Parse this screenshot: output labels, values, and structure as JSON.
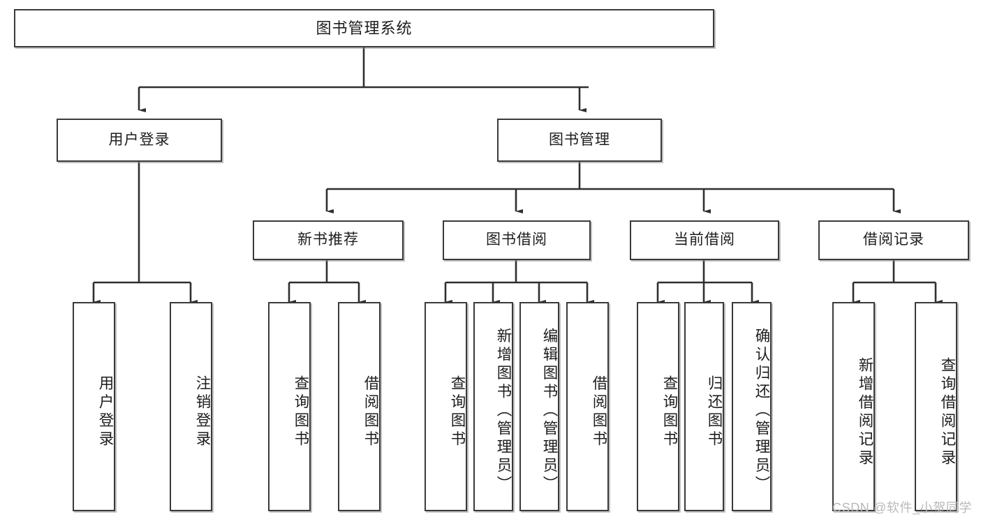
{
  "diagram": {
    "type": "tree",
    "title": "图书管理系统",
    "watermark": "CSDN @软件_小贺同学",
    "colors": {
      "box_border": "#3a3a3a",
      "box_fill": "#ffffff",
      "connector": "#2f2f2f",
      "text": "#1d1d1d",
      "watermark": "#b9b9b9"
    },
    "levels": [
      {
        "level": 1,
        "nodes": [
          {
            "id": "root",
            "label": "图书管理系统",
            "orientation": "horizontal"
          }
        ]
      },
      {
        "level": 2,
        "nodes": [
          {
            "id": "login",
            "label": "用户登录",
            "orientation": "horizontal",
            "parent": "root"
          },
          {
            "id": "bookmgmt",
            "label": "图书管理",
            "orientation": "horizontal",
            "parent": "root"
          }
        ]
      },
      {
        "level": 3,
        "nodes": [
          {
            "id": "newbook",
            "label": "新书推荐",
            "orientation": "horizontal",
            "parent": "bookmgmt"
          },
          {
            "id": "borrow",
            "label": "图书借阅",
            "orientation": "horizontal",
            "parent": "bookmgmt"
          },
          {
            "id": "current",
            "label": "当前借阅",
            "orientation": "horizontal",
            "parent": "bookmgmt"
          },
          {
            "id": "records",
            "label": "借阅记录",
            "orientation": "horizontal",
            "parent": "bookmgmt"
          }
        ]
      },
      {
        "level": 4,
        "nodes": [
          {
            "id": "leaf1",
            "label": "用户登录",
            "orientation": "vertical",
            "parent": "login"
          },
          {
            "id": "leaf2",
            "label": "注销登录",
            "orientation": "vertical",
            "parent": "login"
          },
          {
            "id": "leaf3",
            "label": "查询图书",
            "orientation": "vertical",
            "parent": "newbook"
          },
          {
            "id": "leaf4",
            "label": "借阅图书",
            "orientation": "vertical",
            "parent": "newbook"
          },
          {
            "id": "leaf5",
            "label": "查询图书",
            "orientation": "vertical",
            "parent": "borrow"
          },
          {
            "id": "leaf6",
            "label": "新增图书（管理员）",
            "orientation": "vertical",
            "parent": "borrow"
          },
          {
            "id": "leaf7",
            "label": "编辑图书（管理员）",
            "orientation": "vertical",
            "parent": "borrow"
          },
          {
            "id": "leaf8",
            "label": "借阅图书",
            "orientation": "vertical",
            "parent": "borrow"
          },
          {
            "id": "leaf9",
            "label": "查询图书",
            "orientation": "vertical",
            "parent": "current"
          },
          {
            "id": "leaf10",
            "label": "归还图书",
            "orientation": "vertical",
            "parent": "current"
          },
          {
            "id": "leaf11",
            "label": "确认归还（管理员）",
            "orientation": "vertical",
            "parent": "current"
          },
          {
            "id": "leaf12",
            "label": "新增借阅记录",
            "orientation": "vertical",
            "parent": "records"
          },
          {
            "id": "leaf13",
            "label": "查询借阅记录",
            "orientation": "vertical",
            "parent": "records"
          }
        ]
      }
    ]
  }
}
